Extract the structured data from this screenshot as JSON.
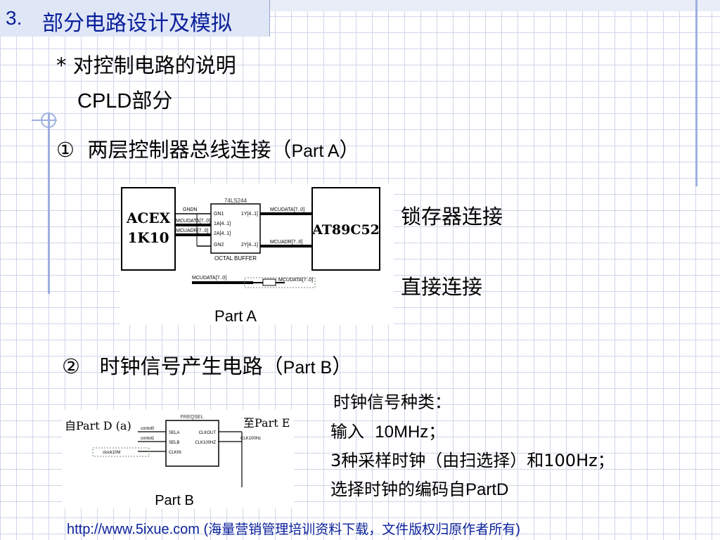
{
  "title": {
    "num": "3.",
    "text": "部分电路设计及模拟"
  },
  "subtitle": "* 对控制电路的说明",
  "section": "CPLD部分",
  "item1": {
    "marker": "①",
    "text": "两层控制器总线连接（",
    "part": "Part A",
    "close": "）"
  },
  "item1_notes": {
    "latch": "锁存器连接",
    "direct": "直接连接"
  },
  "diagram_a": {
    "left_box": [
      "ACEX",
      "1K10"
    ],
    "right_box": "AT89C52",
    "chip_name": "74LS244",
    "chip_label": "OCTAL BUFFER",
    "caption": "Part A",
    "signals_left": [
      "GNDN",
      "MCUDATA[7..0]",
      "MCUADR[7..0]"
    ],
    "signals_right": [
      "MCUDATA[7..0]",
      "MCUADR[7..0]"
    ],
    "pins_left": [
      "GN1",
      "1A[4..1]",
      "2A[4..1]",
      "GN2"
    ],
    "pins_right": [
      "1Y[4..1]",
      "2Y[4..1]"
    ],
    "bottom_signal_left": "MCUDATA[7..0]",
    "bottom_signal_right": "MCUDATA[7..0]"
  },
  "item2": {
    "marker": "②",
    "text": "时钟信号产生电路（",
    "part": "Part B",
    "close": "）"
  },
  "item2_notes": {
    "heading": "时钟信号种类：",
    "line1_cn": "输入",
    "line1_val": "10MHz；",
    "line2": "3种采样时钟（由扫选择）和100Hz；",
    "line3_cn": "选择时钟的编码自",
    "line3_part": "PartD"
  },
  "diagram_b": {
    "from": "自Part D (a)",
    "to": "至Part E",
    "caption": "Part B",
    "inputs": [
      "contol0",
      "contol1",
      "clock10M"
    ],
    "output": "CLK100Hz",
    "chip_pins": [
      "SELA",
      "SELB",
      "CLKIN",
      "CLKOUT",
      "CLK100HZ"
    ],
    "chip_name": "FREQSEL"
  },
  "footer": {
    "url": "http://www.5ixue.com",
    "open": " (",
    "text": "海量营销管理培训资料下载，文件版权归原作者所有",
    "close": ")"
  }
}
